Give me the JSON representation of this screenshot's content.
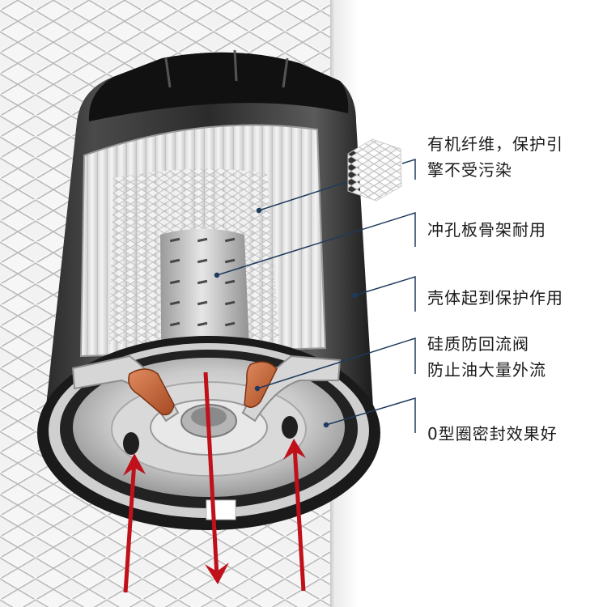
{
  "diagram": {
    "subject": "oil filter cutaway",
    "colors": {
      "callout_line": "#1f3a5c",
      "flow_arrow": "#c0101a",
      "valve": "#c8643a",
      "housing": "#1e1e1e",
      "background_mesh": "#f2f2f2"
    },
    "callouts": [
      {
        "id": "filter-media",
        "lines": [
          "有机纤维，保护引",
          "擎不受污染"
        ]
      },
      {
        "id": "center-tube",
        "lines": [
          "冲孔板骨架耐用"
        ]
      },
      {
        "id": "housing",
        "lines": [
          "壳体起到保护作用"
        ]
      },
      {
        "id": "anti-drainback-valve",
        "lines": [
          "硅质防回流阀",
          "防止油大量外流"
        ]
      },
      {
        "id": "o-ring-seal",
        "lines": [
          "0型圈密封效果好"
        ]
      }
    ],
    "flow_arrows": [
      {
        "id": "inlet-left",
        "direction": "up"
      },
      {
        "id": "outlet-center",
        "direction": "down"
      },
      {
        "id": "inlet-right",
        "direction": "up"
      }
    ]
  }
}
